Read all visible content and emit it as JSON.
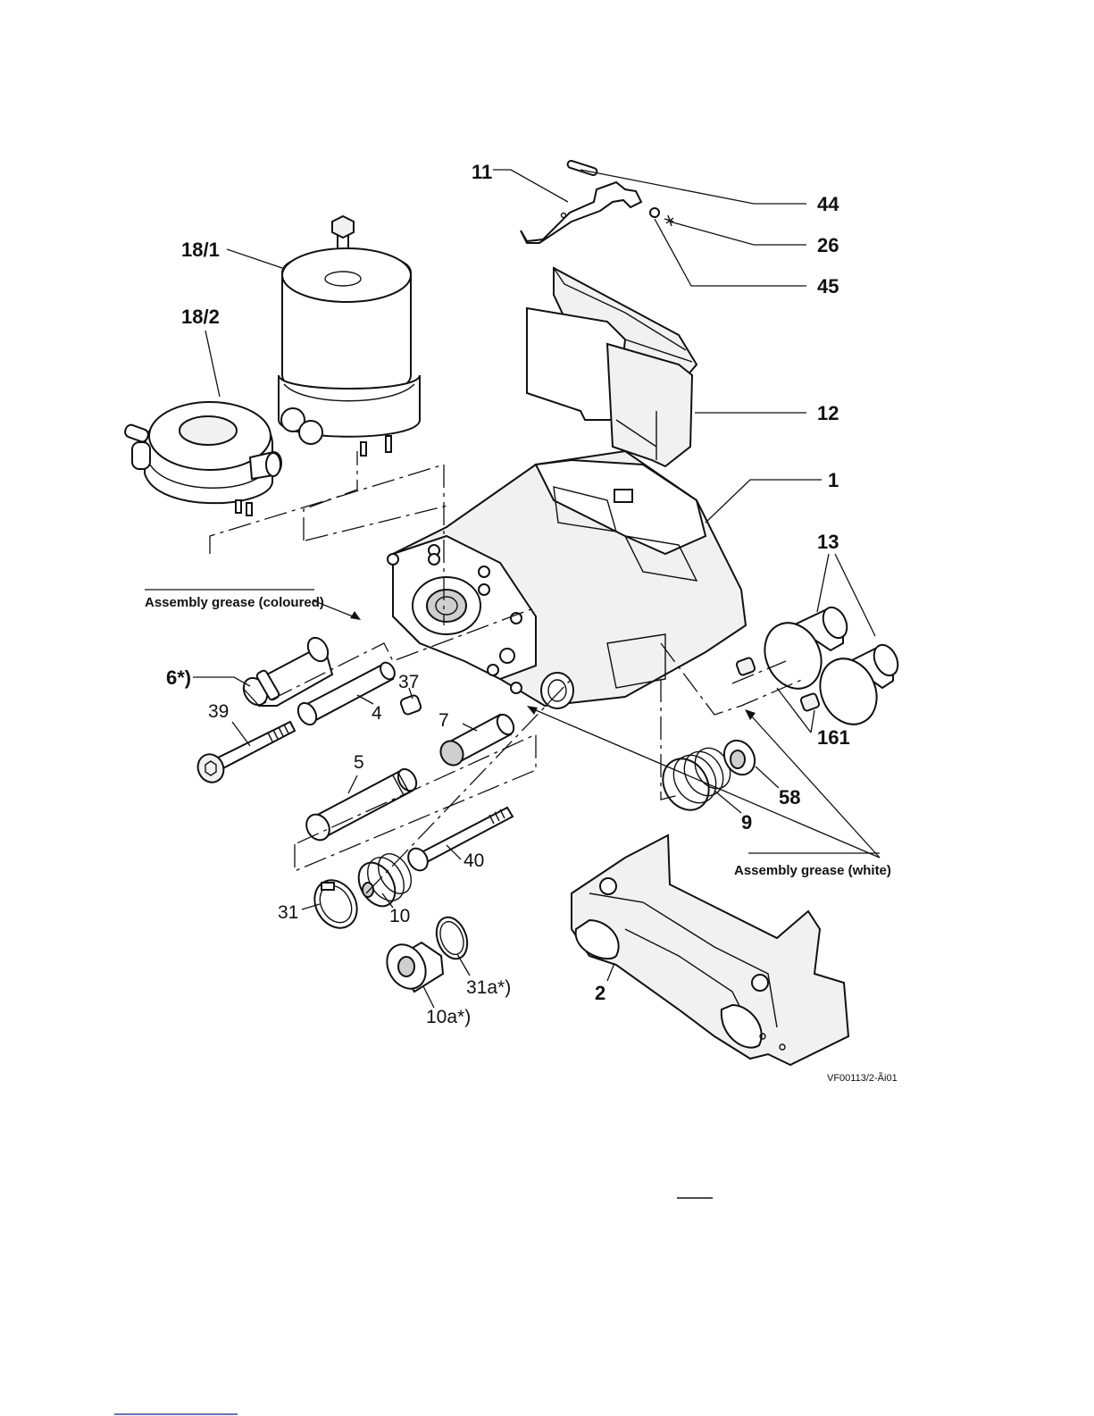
{
  "figure_id": "VF00113/2-Ãi01",
  "callouts": {
    "c11": "11",
    "c44": "44",
    "c26": "26",
    "c45": "45",
    "c18_1": "18/1",
    "c18_2": "18/2",
    "c12": "12",
    "c1": "1",
    "c13": "13",
    "c6": "6*)",
    "c37": "37",
    "c39": "39",
    "c4": "4",
    "c7": "7",
    "c161": "161",
    "c5": "5",
    "c58": "58",
    "c9": "9",
    "c40": "40",
    "c31": "31",
    "c10": "10",
    "c31a": "31a*)",
    "c10a": "10a*)",
    "c2": "2"
  },
  "notes": {
    "grease_coloured": "Assembly grease (coloured)",
    "grease_white": "Assembly grease (white)"
  }
}
